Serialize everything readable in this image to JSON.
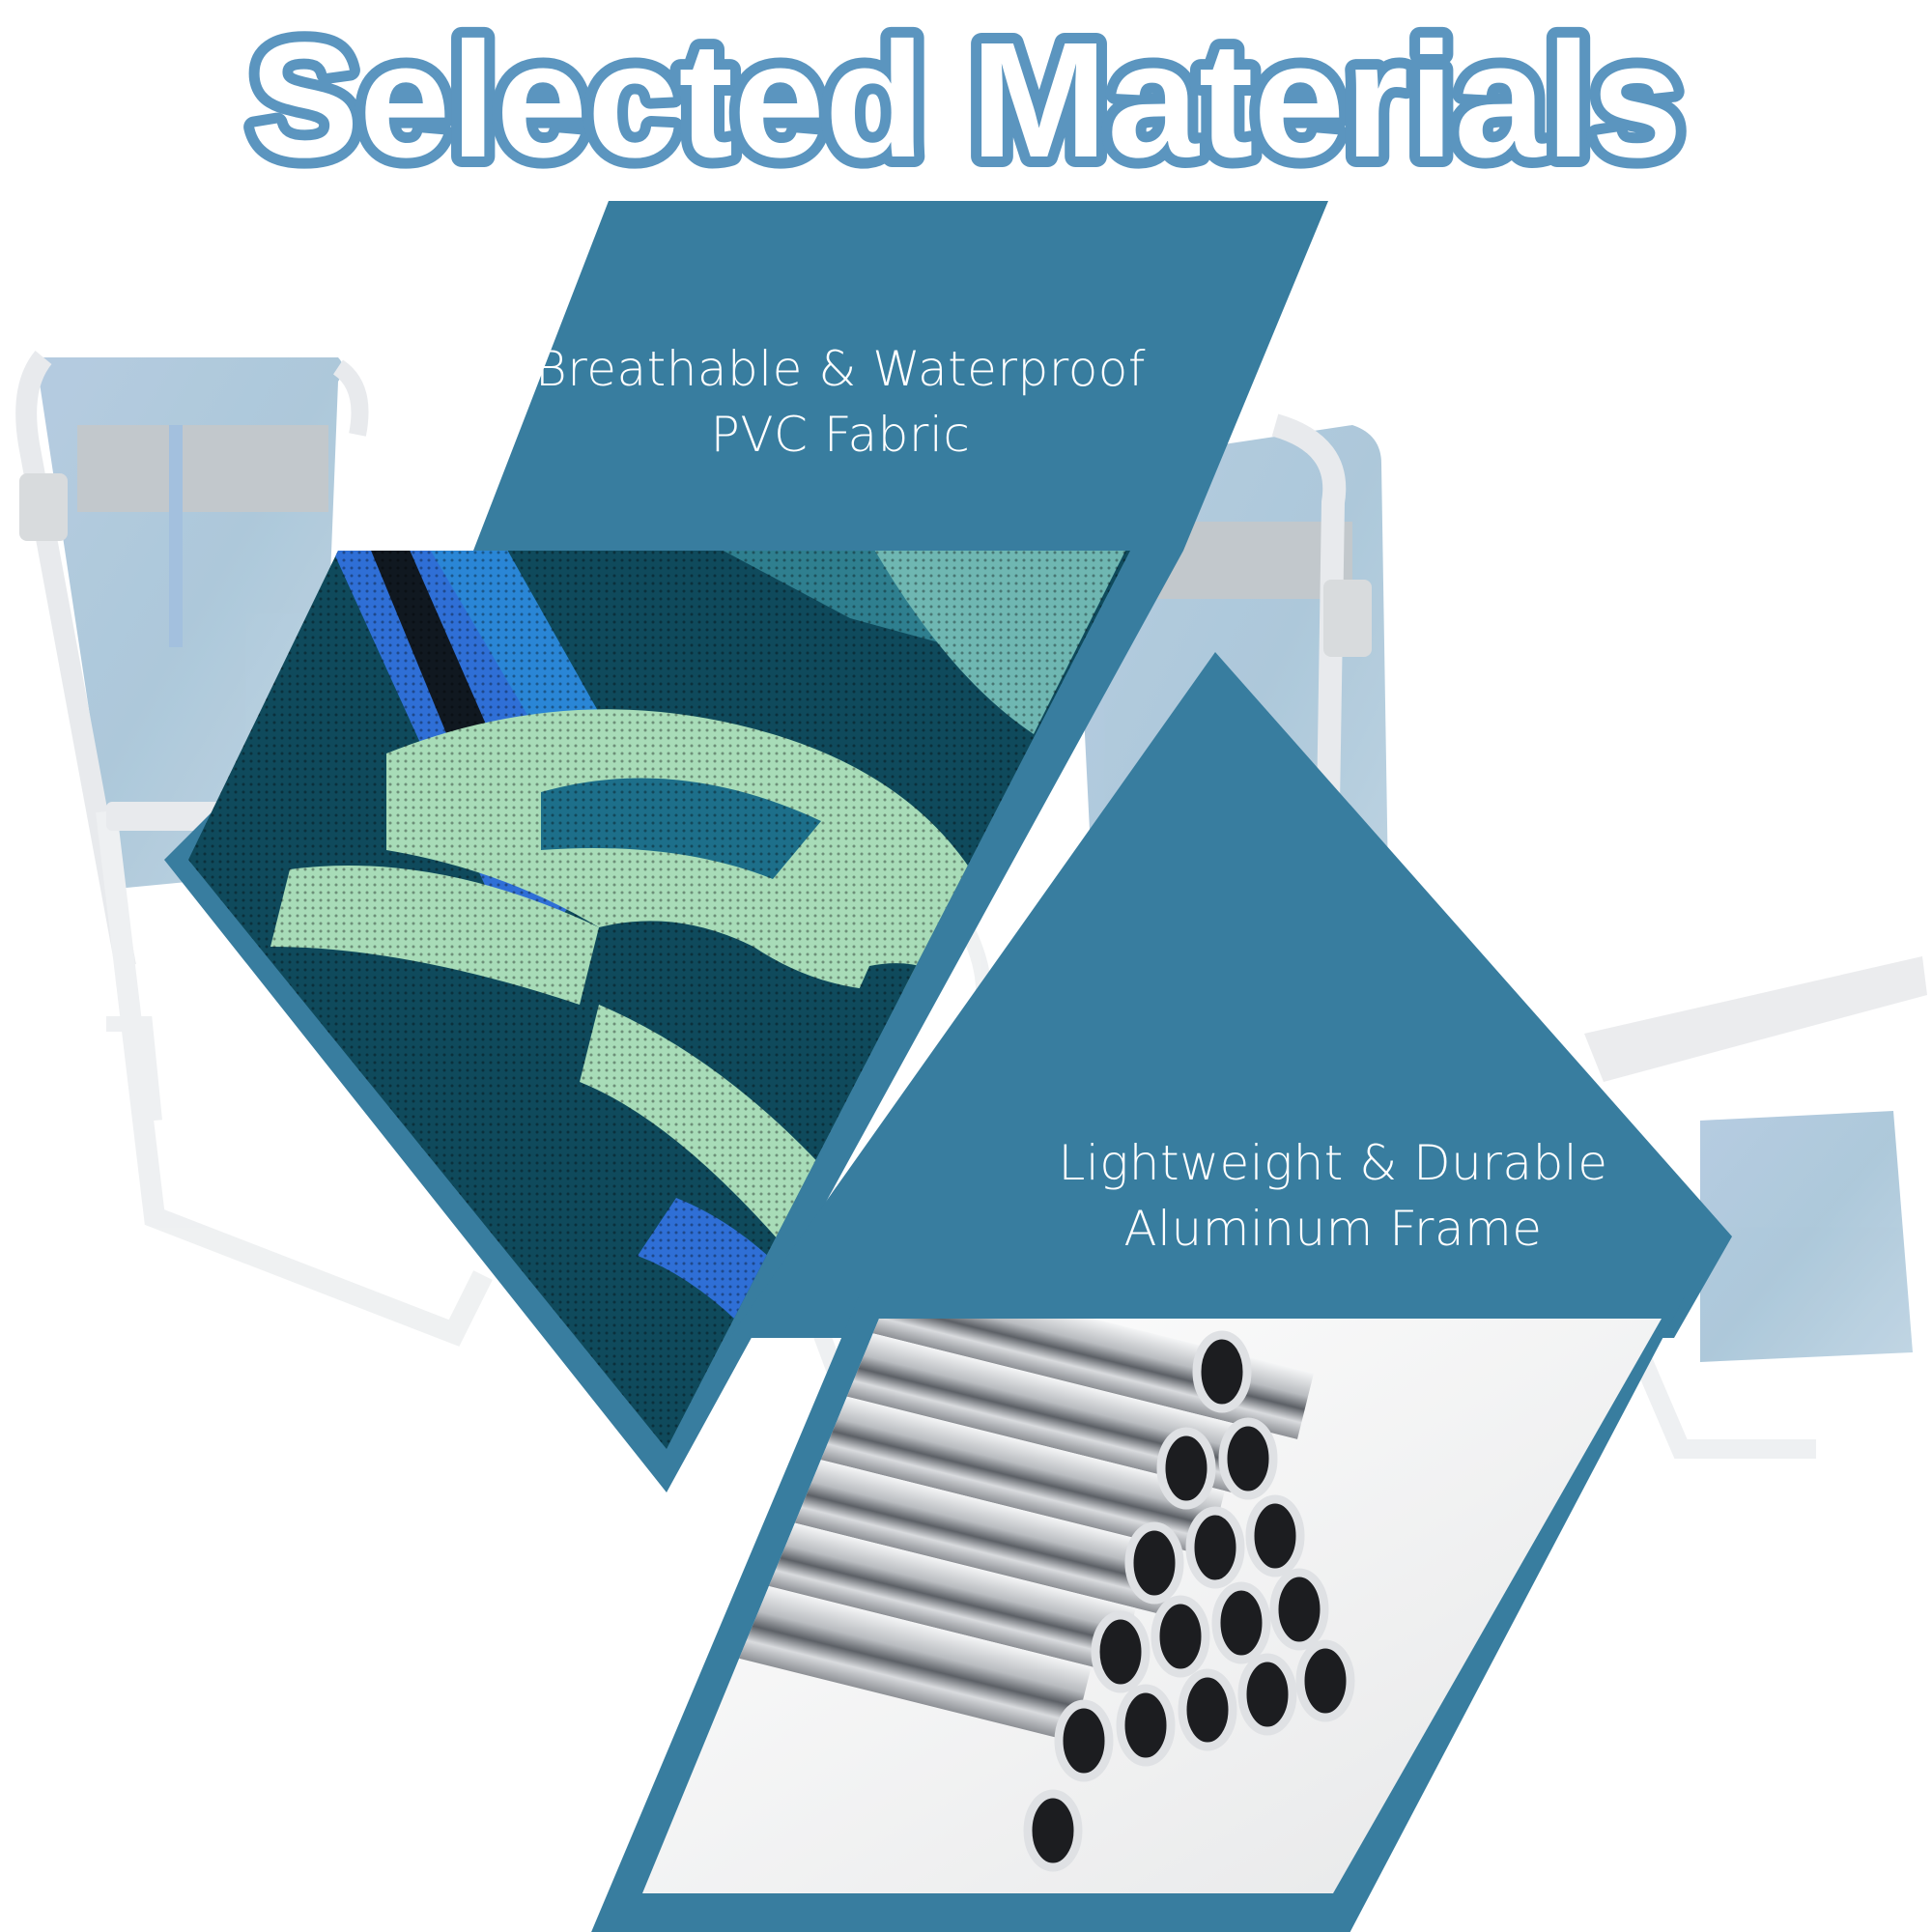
{
  "title": "Selected Materials",
  "features": [
    {
      "id": "fabric",
      "line1": "Breathable & Waterproof",
      "line2": "PVC Fabric",
      "image": "tropical-leaf-print-fabric-closeup"
    },
    {
      "id": "frame",
      "line1": "Lightweight & Durable",
      "line2": "Aluminum Frame",
      "image": "stacked-aluminum-tubes"
    }
  ],
  "background_image": "folding-beach-chairs-faded",
  "colors": {
    "accent_teal": "#387d9f",
    "title_outline": "#5b95bf",
    "title_fill": "#ffffff",
    "fabric_dark": "#0f4a5c",
    "fabric_blue": "#2f6fd6",
    "fabric_mint": "#a8dcb8",
    "background": "#ffffff"
  }
}
